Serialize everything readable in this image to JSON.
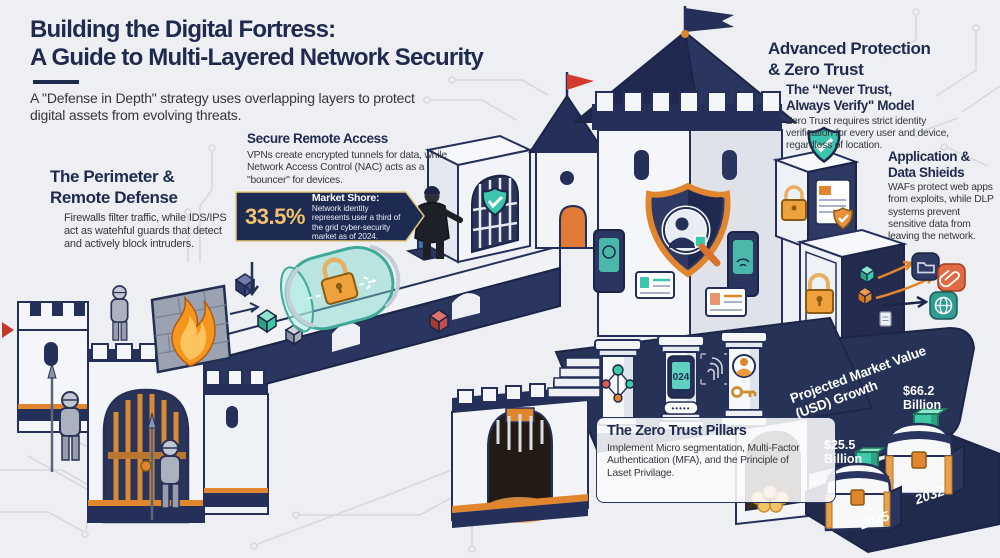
{
  "palette": {
    "background": "#edeff2",
    "navy": "#25305a",
    "navy_dark": "#1c2547",
    "heading_navy": "#1e2a4e",
    "orange": "#e0862f",
    "gold": "#f0c36d",
    "teal": "#3ec9a7",
    "red": "#d23b2e"
  },
  "header": {
    "title_lines": [
      "Building the Digital Fortress:",
      "A Guide to Multi-Layered Network Security"
    ],
    "subtitle": "A \"Defense in Depth\" strategy uses overlapping layers to protect digital assets from evolving threats."
  },
  "sections": {
    "perimeter": {
      "title_lines": [
        "The Perimeter &",
        "Remote Defense"
      ],
      "body": "Firewalls filter traffic, while IDS/IPS act as watehful guards that detect and actively block intruders."
    },
    "secure_remote_access": {
      "title": "Secure Remote Access",
      "body": "VPNs create encrypted tunnels for data, while Network Access Control (NAC) acts as a \"bouncer\" for devices."
    },
    "market_share_callout": {
      "value": "33.5%",
      "label": "Market Shore:",
      "body": "Network identity represents user a third of the grid cyber-security market as of 2024."
    },
    "advanced_protection": {
      "title_lines": [
        "Advanced Protection",
        "& Zero Trust"
      ],
      "subtitle_lines": [
        "The “Never Trust,",
        "Always Verify\" Model"
      ],
      "body": "Zero Trust requires strict identity verification for every user and device, regardless of location."
    },
    "application_data": {
      "title_lines": [
        "Application &",
        "Data Shieids"
      ],
      "body": "WAFs protect web apps from exploits, while DLP systems prevent sensitive data from leaving the network."
    },
    "zero_trust_pillars": {
      "title": "The Zero Trust Pillars",
      "body": "Implement Micro segmentation, Multi-Factor Authentication (MFA), and the Principle of Laset Privilage."
    }
  },
  "illustration": {
    "mfa_code": "024",
    "password_dots": "•••••"
  },
  "chart_data": {
    "type": "bar",
    "title": "Projected Market Value (USD) Growth",
    "title_lines": [
      "Projected Market Value",
      "(USD) Growth"
    ],
    "categories": [
      "2025",
      "2032"
    ],
    "values": [
      25.5,
      66.2
    ],
    "unit": "USD billions",
    "value_labels": [
      [
        "$25.5",
        "Billion"
      ],
      [
        "$66.2",
        "Billion"
      ]
    ],
    "legend": "none",
    "layout": "teal bars rising from treasure chests on a dark navy platform, bottom right"
  }
}
